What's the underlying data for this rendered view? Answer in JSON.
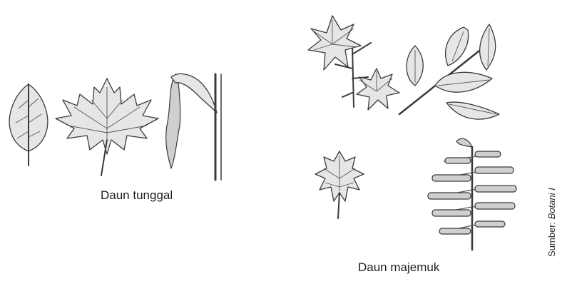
{
  "captions": {
    "single": "Daun tunggal",
    "compound": "Daun majemuk"
  },
  "source": {
    "label": "Sumber:",
    "title": "Botani I"
  },
  "illustrations": {
    "single": [
      "oval-leaf-icon",
      "maple-leaf-icon",
      "grass-leaf-icon"
    ],
    "compound": [
      "palmate-compound-leaf-icon",
      "pinnate-compound-leaf-icon",
      "small-compound-leaf-icon",
      "bipinnate-compound-leaf-icon"
    ]
  }
}
